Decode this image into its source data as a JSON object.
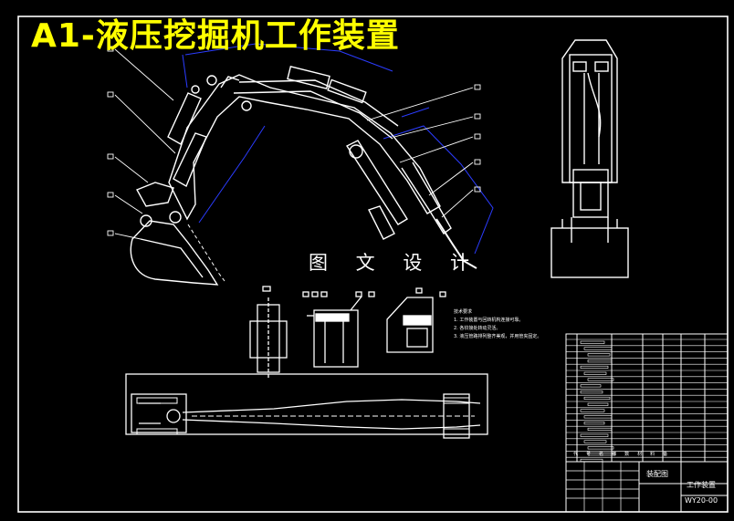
{
  "drawing": {
    "title": "A1-液压挖掘机工作装置",
    "watermark": "图 文 设 计",
    "notes": {
      "heading": "技术要求",
      "items": [
        "1. 工作装置与回转机构连接可靠。",
        "2. 各铰接处转动灵活。",
        "3. 液压管路排列整齐美观，并用管夹固定。"
      ]
    },
    "title_block": {
      "drawing_type": "装配图",
      "name": "工作装置",
      "code": "WY20-00",
      "bom_footer": [
        "代",
        "号",
        "名",
        "称",
        "数",
        "材",
        "料",
        "备"
      ]
    },
    "colors": {
      "background": "#000000",
      "lines": "#ffffff",
      "dimensions": "#2b3cff",
      "title": "#ffff00"
    }
  }
}
